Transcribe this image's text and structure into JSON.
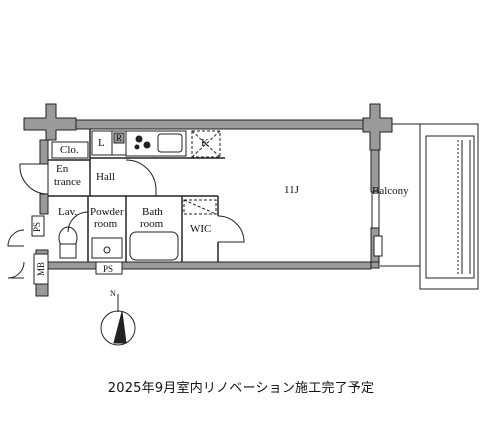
{
  "plan": {
    "rooms": {
      "closet": "Clo.",
      "linen": "L",
      "refrigerator": "R",
      "kitchen": "K",
      "entrance_top": "En",
      "entrance_bottom": "trance",
      "hall": "Hall",
      "living": "11J",
      "balcony": "Balcony",
      "lavatory": "Lav.",
      "powder_room_top": "Powder",
      "powder_room_bottom": "room",
      "bath_room_top": "Bath",
      "bath_room_bottom": "room",
      "wic": "WIC",
      "ps_left": "PS",
      "ps_bottom": "PS",
      "mb": "MB"
    },
    "compass": "N"
  },
  "caption": "2025年9月室内リノベーション施工完了予定"
}
